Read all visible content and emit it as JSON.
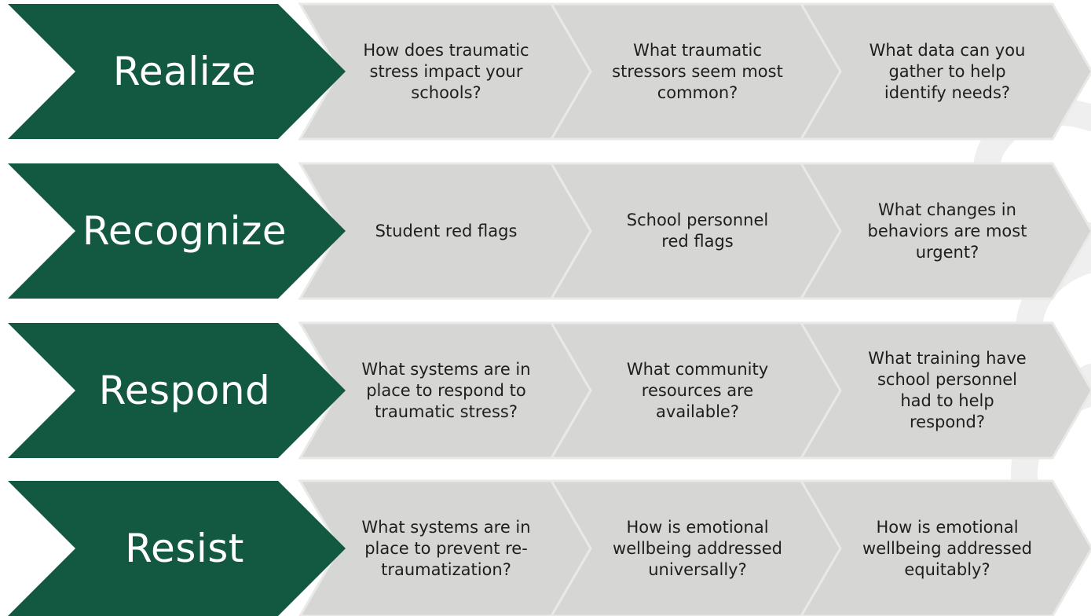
{
  "colors": {
    "main_chevron": "#135840",
    "sub_chevron": "#d6d7d4",
    "sub_chevron_edge": "#e9eae7",
    "main_text": "#ffffff",
    "sub_text": "#1e1e1e",
    "watermark": "#efefef"
  },
  "rows": [
    {
      "title": "Realize",
      "steps": [
        "How does traumatic stress impact your schools?",
        "What traumatic stressors seem most common?",
        "What data can you gather to help identify needs?"
      ]
    },
    {
      "title": "Recognize",
      "steps": [
        "Student red flags",
        "School personnel red flags",
        "What changes in behaviors are most urgent?"
      ]
    },
    {
      "title": "Respond",
      "steps": [
        "What systems are in place to respond to traumatic stress?",
        "What community resources are available?",
        "What training have school personnel had to help respond?"
      ]
    },
    {
      "title": "Resist",
      "steps": [
        "What systems are in place to prevent re-traumatization?",
        "How is emotional wellbeing addressed universally?",
        "How is emotional wellbeing addressed equitably?"
      ]
    }
  ]
}
